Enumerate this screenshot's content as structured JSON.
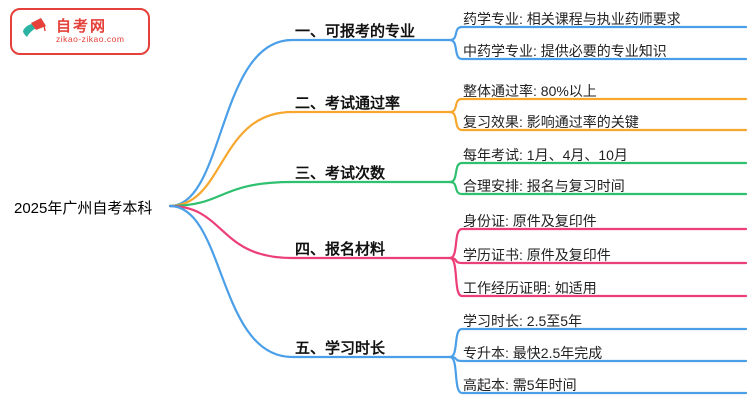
{
  "logo": {
    "name": "自考网",
    "domain": "zikao-zikao.com",
    "border_color": "#e5403a"
  },
  "root": {
    "label": "2025年广州自考本科"
  },
  "branches": [
    {
      "label": "一、可报考的专业",
      "color": "#4b9fe8",
      "children": [
        "药学专业: 相关课程与执业药师要求",
        "中药学专业: 提供必要的专业知识"
      ]
    },
    {
      "label": "二、考试通过率",
      "color": "#f7a72e",
      "children": [
        "整体通过率: 80%以上",
        "复习效果: 影响通过率的关键"
      ]
    },
    {
      "label": "三、考试次数",
      "color": "#2ec06e",
      "children": [
        "每年考试: 1月、4月、10月",
        "合理安排: 报名与复习时间"
      ]
    },
    {
      "label": "四、报名材料",
      "color": "#ec3e77",
      "children": [
        "身份证: 原件及复印件",
        "学历证书: 原件及复印件",
        "工作经历证明: 如适用"
      ]
    },
    {
      "label": "五、学习时长",
      "color": "#4b9fe8",
      "children": [
        "学习时长: 2.5至5年",
        "专升本: 最快2.5年完成",
        "高起本: 需5年时间"
      ]
    }
  ]
}
